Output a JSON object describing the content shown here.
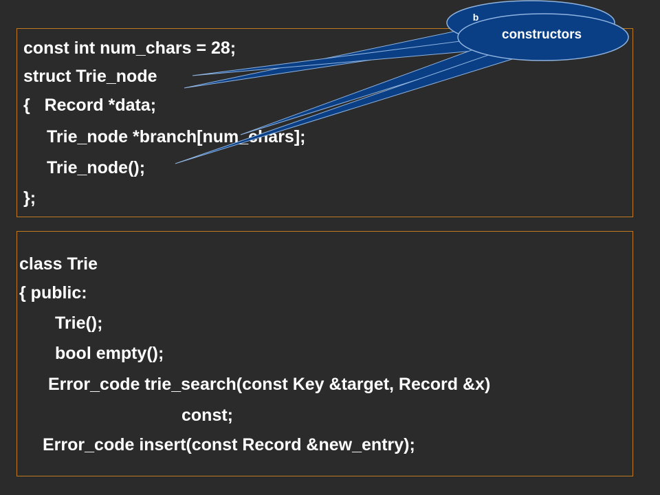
{
  "struct_block": {
    "lines": [
      "const int num_chars = 28;",
      "struct Trie_node",
      "{   Record *data;",
      "Trie_node *branch[num_chars];",
      "Trie_node();",
      "};"
    ]
  },
  "class_block": {
    "lines": [
      "class Trie",
      "{ public:",
      "Trie();",
      "bool empty();",
      "Error_code trie_search(const Key &target, Record &x)",
      "const;",
      "Error_code insert(const Record &new_entry);"
    ]
  },
  "callouts": {
    "front_label": "constructors",
    "back_label": "b"
  },
  "colors": {
    "background": "#2b2b2b",
    "box_border": "#c07a20",
    "bubble_fill": "#0a3f86",
    "bubble_border": "#8fb4e0",
    "text": "#ffffff"
  }
}
